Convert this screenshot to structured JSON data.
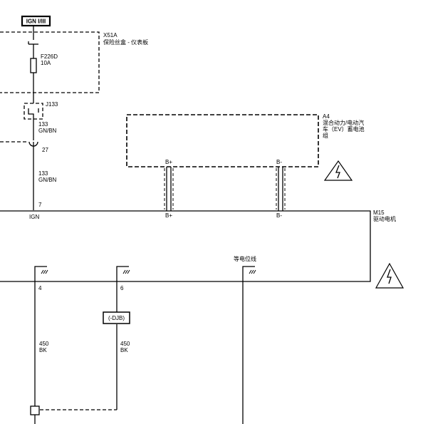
{
  "power": {
    "ign_label": "IGN I/III"
  },
  "fuse_block": {
    "id": "X51A",
    "name": "保险丝盒 - 仪表板"
  },
  "fuse": {
    "id": "F226D",
    "rating": "10A"
  },
  "splice": {
    "id": "J133"
  },
  "wire_upper": {
    "circuit": "133",
    "color": "GN/BN",
    "pin": "27"
  },
  "wire_lower": {
    "circuit": "133",
    "color": "GN/BN",
    "pin": "7"
  },
  "battery": {
    "id": "A4",
    "name_lines": [
      "混合动力/电动汽",
      "车（EV）蓄电池",
      "组"
    ],
    "terminal_pos": "B+",
    "terminal_neg": "B-"
  },
  "motor": {
    "id": "M15",
    "name": "驱动电机",
    "pin_ign": "IGN",
    "terminal_pos": "B+",
    "terminal_neg": "B-",
    "equipotential_label": "等电位线"
  },
  "ground_pins": {
    "left": "4",
    "right": "6"
  },
  "connector_tag": "(-DJB)",
  "ground_wire_left": {
    "circuit": "450",
    "color": "BK"
  },
  "ground_wire_right": {
    "circuit": "450",
    "color": "BK"
  }
}
